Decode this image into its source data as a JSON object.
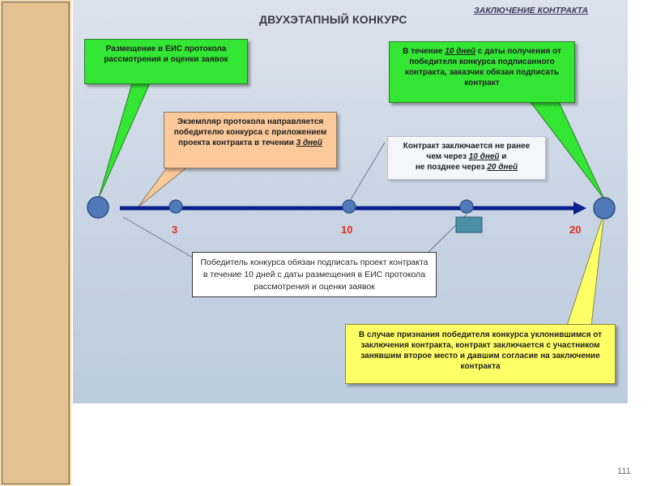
{
  "title": "ДВУХЭТАПНЫЙ КОНКУРС",
  "header_link": "ЗАКЛЮЧЕНИЕ КОНТРАКТА",
  "callout_publication": "Размещение в ЕИС протокола рассмотрения и оценки заявок",
  "callout_protocol": {
    "prefix": "Экземпляр протокола направляется победителю конкурса с приложением проекта контракта в течении ",
    "highlight": "3 дней"
  },
  "callout_customer": {
    "prefix": "В течение ",
    "highlight": "10 дней",
    "suffix": " с даты получения от победителя конкурса подписанного контракта, заказчик обязан подписать контракт"
  },
  "callout_window": {
    "line1": "Контракт заключается не ранее",
    "line2_prefix": "чем через ",
    "line2_highlight": "10 дней",
    "line2_suffix": " и",
    "line3_prefix": "не позднее через ",
    "line3_highlight": "20 дней"
  },
  "callout_winner_sign": "Победитель конкурса обязан подписать проект контракта в течение 10 дней с даты размещения в ЕИС протокола рассмотрения и оценки заявок",
  "callout_evasion": "В случае признания победителя конкурса уклонившимся от заключения контракта, контракт заключается с участником занявшим второе место и давшим согласие на заключение контракта",
  "timeline": {
    "labels": [
      "3",
      "10",
      "20"
    ]
  },
  "colors": {
    "green": "#33e633",
    "orange": "#fbc99a",
    "yellow": "#ffff66",
    "arrow": "#0b1f8c",
    "node": "#4f79b8",
    "tick": "#e23020"
  },
  "page_number": "111"
}
